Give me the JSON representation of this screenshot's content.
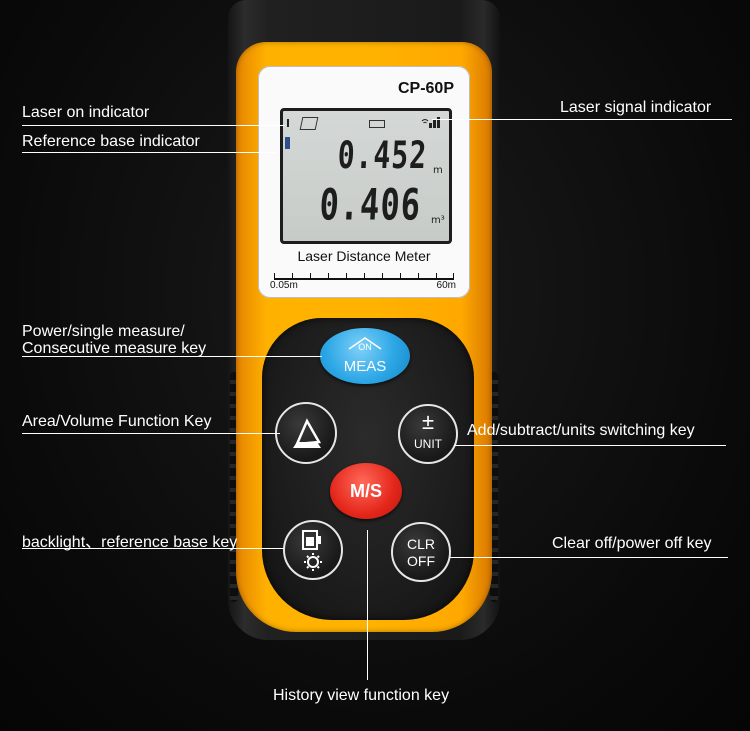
{
  "device": {
    "model": "CP-60P",
    "face_label": "Laser Distance Meter",
    "range_min": "0.05m",
    "range_max": "60m",
    "shell_color": "#ffb100"
  },
  "display": {
    "reading_top": "0.452",
    "unit_top": "m",
    "reading_bottom": "0.406",
    "unit_bottom": "m³"
  },
  "keys": {
    "meas_top": "ON",
    "meas_bottom": "MEAS",
    "ms": "M/S",
    "plusminus": "±",
    "unit": "UNIT",
    "clr": "CLR",
    "off": "OFF"
  },
  "annotations": {
    "laser_on": "Laser on indicator",
    "reference_base": "Reference base  indicator",
    "laser_signal": "Laser signal indicator",
    "power_line1": "Power/single measure/",
    "power_line2": "Consecutive measure key",
    "area_volume": "Area/Volume Function Key",
    "add_subtract": "Add/subtract/units switching key",
    "backlight": "backlight、reference base key",
    "clear_off": "Clear off/power off key",
    "history": "History view function key"
  }
}
